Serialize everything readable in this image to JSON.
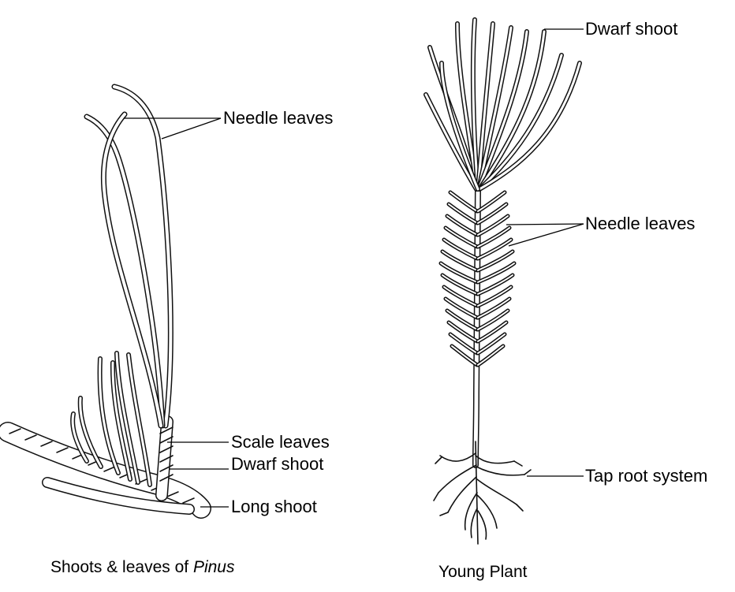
{
  "figures": {
    "left": {
      "caption_prefix": "Shoots & leaves of ",
      "caption_italic": "Pinus",
      "labels": {
        "needle_leaves": "Needle leaves",
        "scale_leaves": "Scale leaves",
        "dwarf_shoot": "Dwarf shoot",
        "long_shoot": "Long shoot"
      }
    },
    "right": {
      "caption": "Young Plant",
      "labels": {
        "dwarf_shoot": "Dwarf shoot",
        "needle_leaves": "Needle leaves",
        "tap_root_system": "Tap root system"
      }
    }
  },
  "colors": {
    "ink": "#111111",
    "background": "#ffffff"
  }
}
